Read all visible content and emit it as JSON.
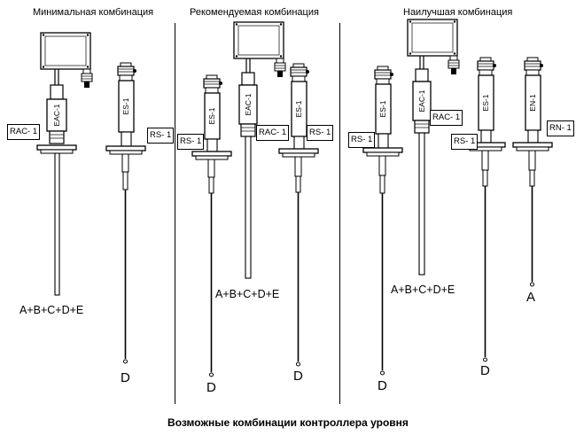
{
  "headings": {
    "minimal": "Минимальная комбинация",
    "recommended": "Рекомендуемая комбинация",
    "best": "Наилучшая комбинация"
  },
  "formulas": {
    "minimal": "A+B+C+D+E",
    "recommended": "A+B+C+D+E",
    "best": "A+B+C+D+E"
  },
  "letters": {
    "d": "D",
    "a": "A"
  },
  "tags": {
    "rac": "RAC- 1",
    "rs": "RS- 1",
    "rac_alt": "RAC- 1",
    "rn": "RN- 1"
  },
  "device_labels": {
    "eac": "EAC-1",
    "es": "ES-1",
    "en": "EN-1"
  },
  "caption": "Возможные комбинации контроллера уровня"
}
